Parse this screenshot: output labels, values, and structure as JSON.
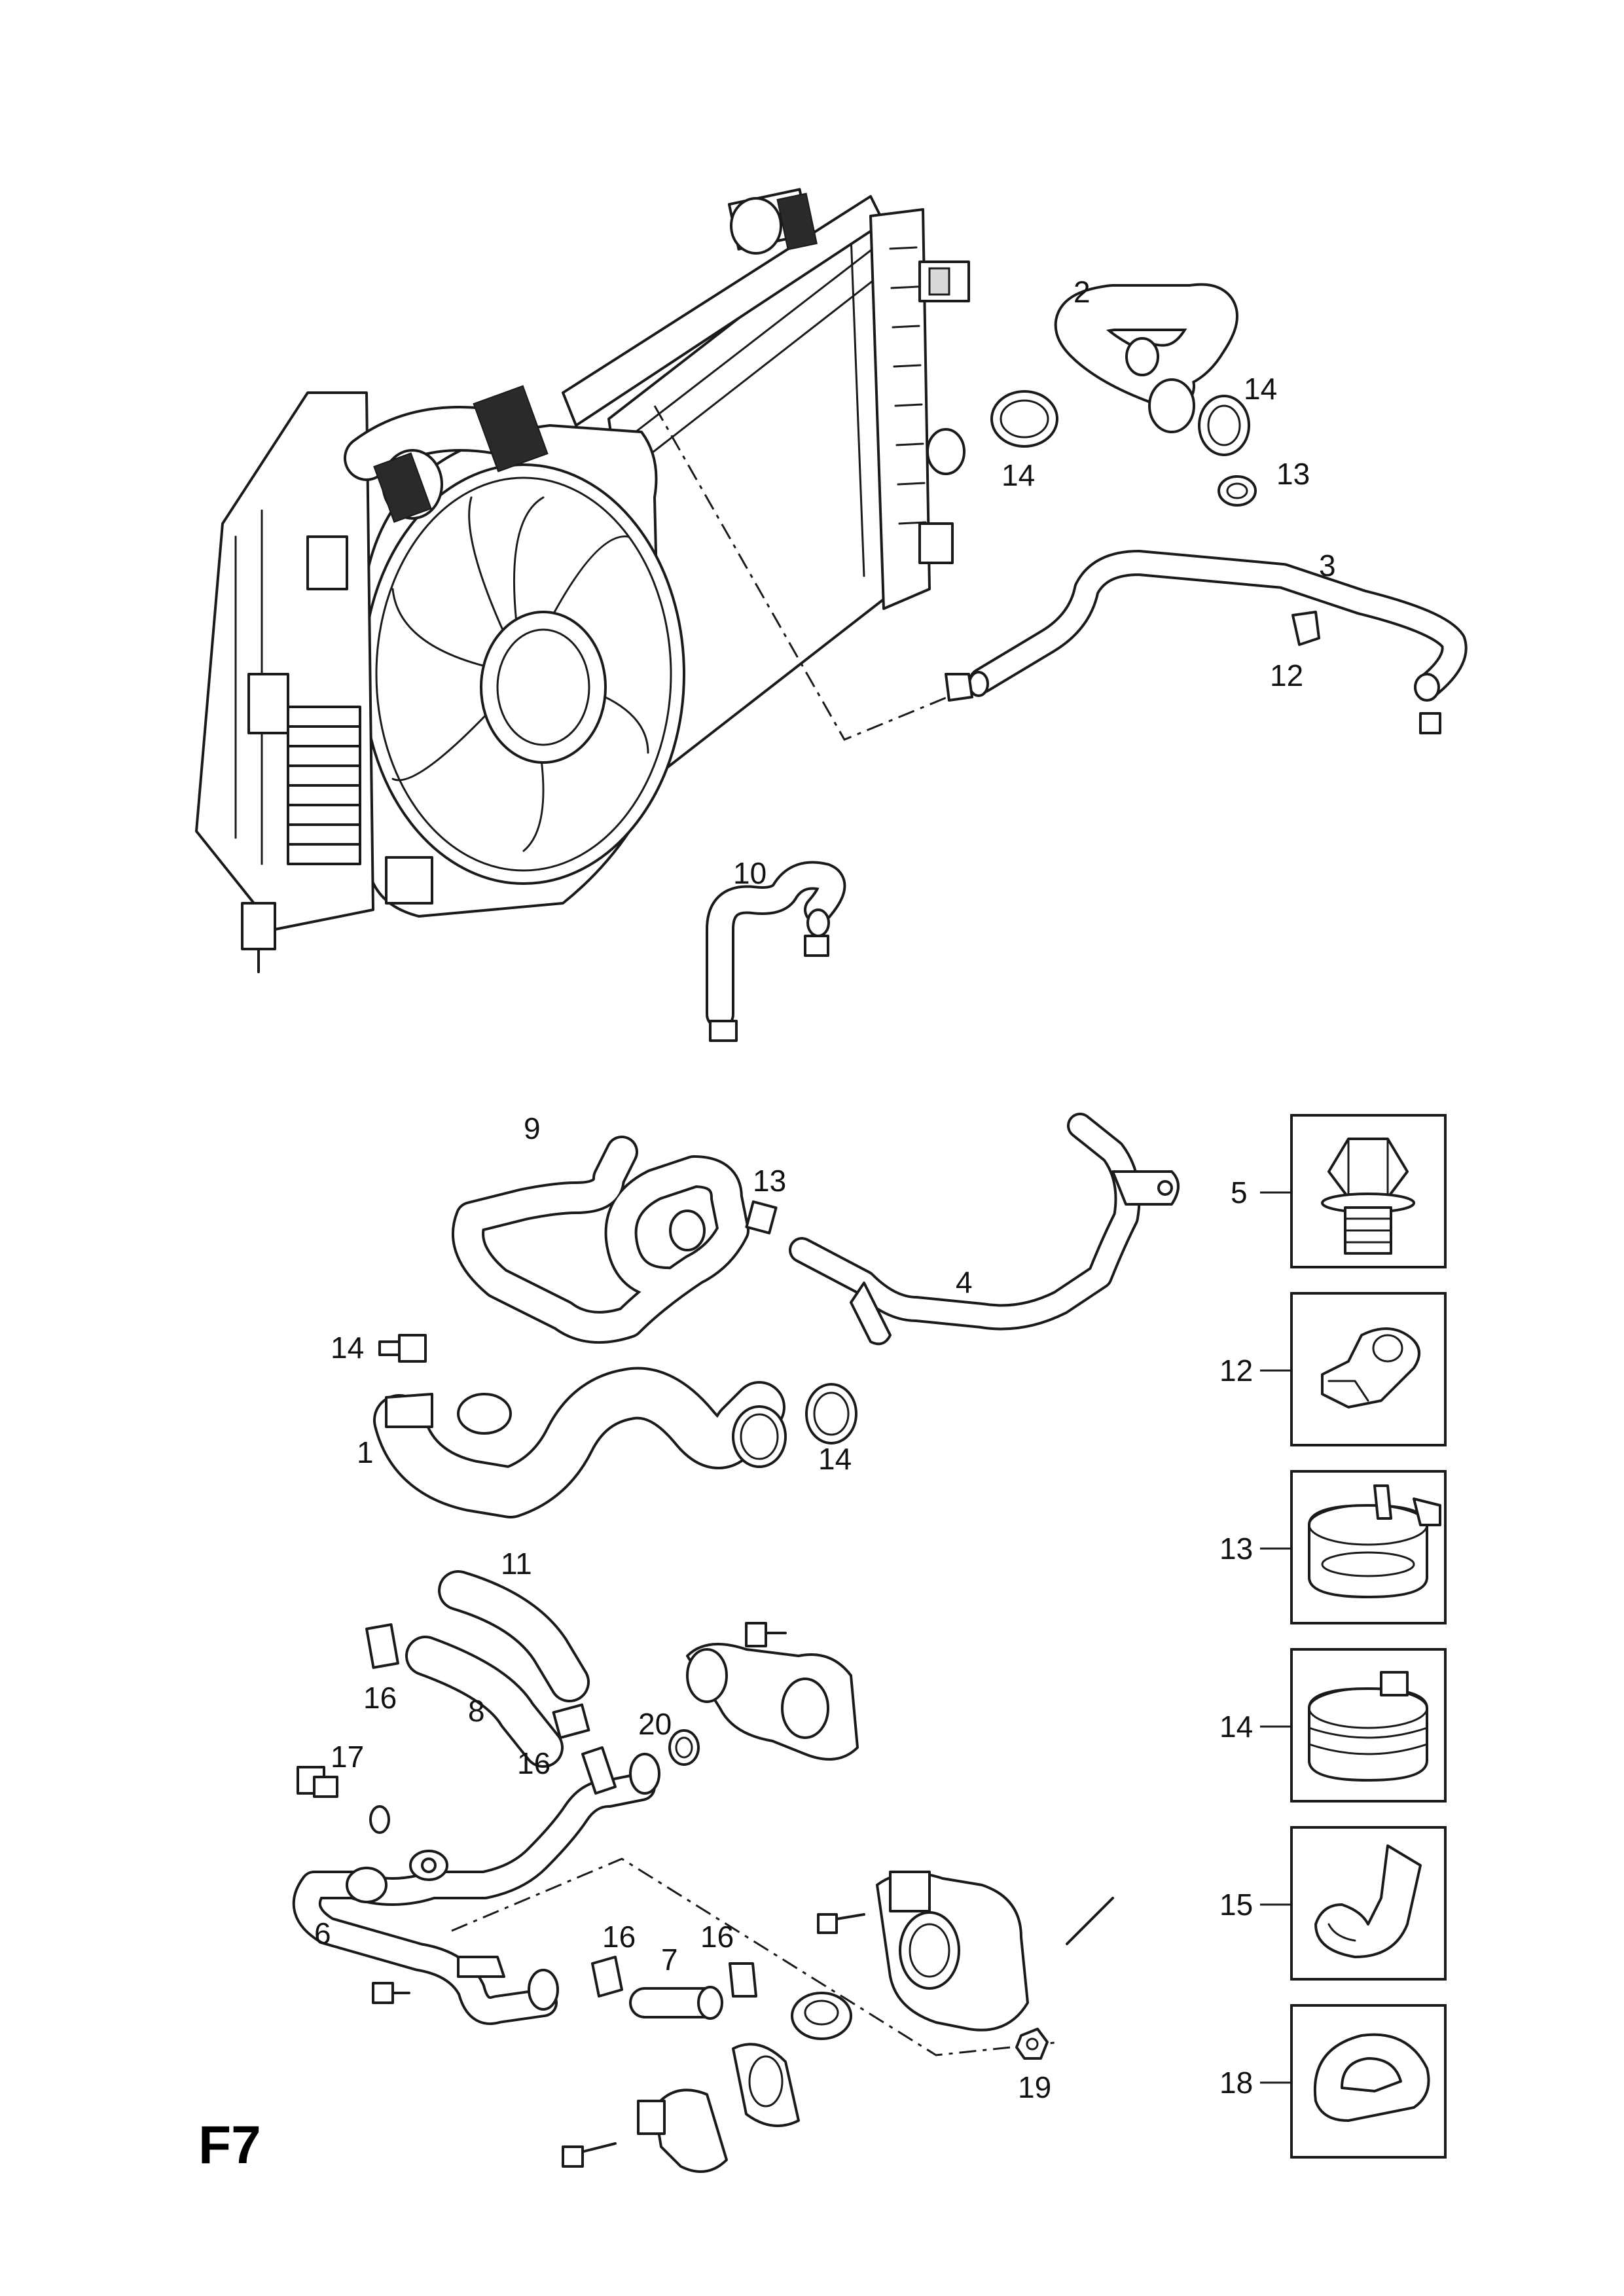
{
  "page_code": "F7",
  "callouts": {
    "radiator_hose_upper": "2",
    "clamp_14_upper_right": "14",
    "clamp_14_upper_left": "14",
    "clamp_13_upper": "13",
    "hose_3": "3",
    "clamp_12_upper": "12",
    "hose_10": "10",
    "hose_9": "9",
    "clamp_13_mid": "13",
    "pipe_4": "4",
    "clamp_14_mid_left": "14",
    "hose_1": "1",
    "clamp_14_mid_right": "14",
    "hose_11": "11",
    "clamp_16_left": "16",
    "hose_8": "8",
    "clamp_16_mid": "16",
    "seal_20": "20",
    "plug_17": "17",
    "pipe_6": "6",
    "clamp_16_lower_left": "16",
    "hose_7": "7",
    "clamp_16_lower_right": "16",
    "nut_19": "19"
  },
  "detail_boxes": [
    {
      "label": "5",
      "part": "bolt"
    },
    {
      "label": "12",
      "part": "clip"
    },
    {
      "label": "13",
      "part": "clamp"
    },
    {
      "label": "14",
      "part": "clamp"
    },
    {
      "label": "15",
      "part": "bracket"
    },
    {
      "label": "18",
      "part": "seal"
    }
  ]
}
